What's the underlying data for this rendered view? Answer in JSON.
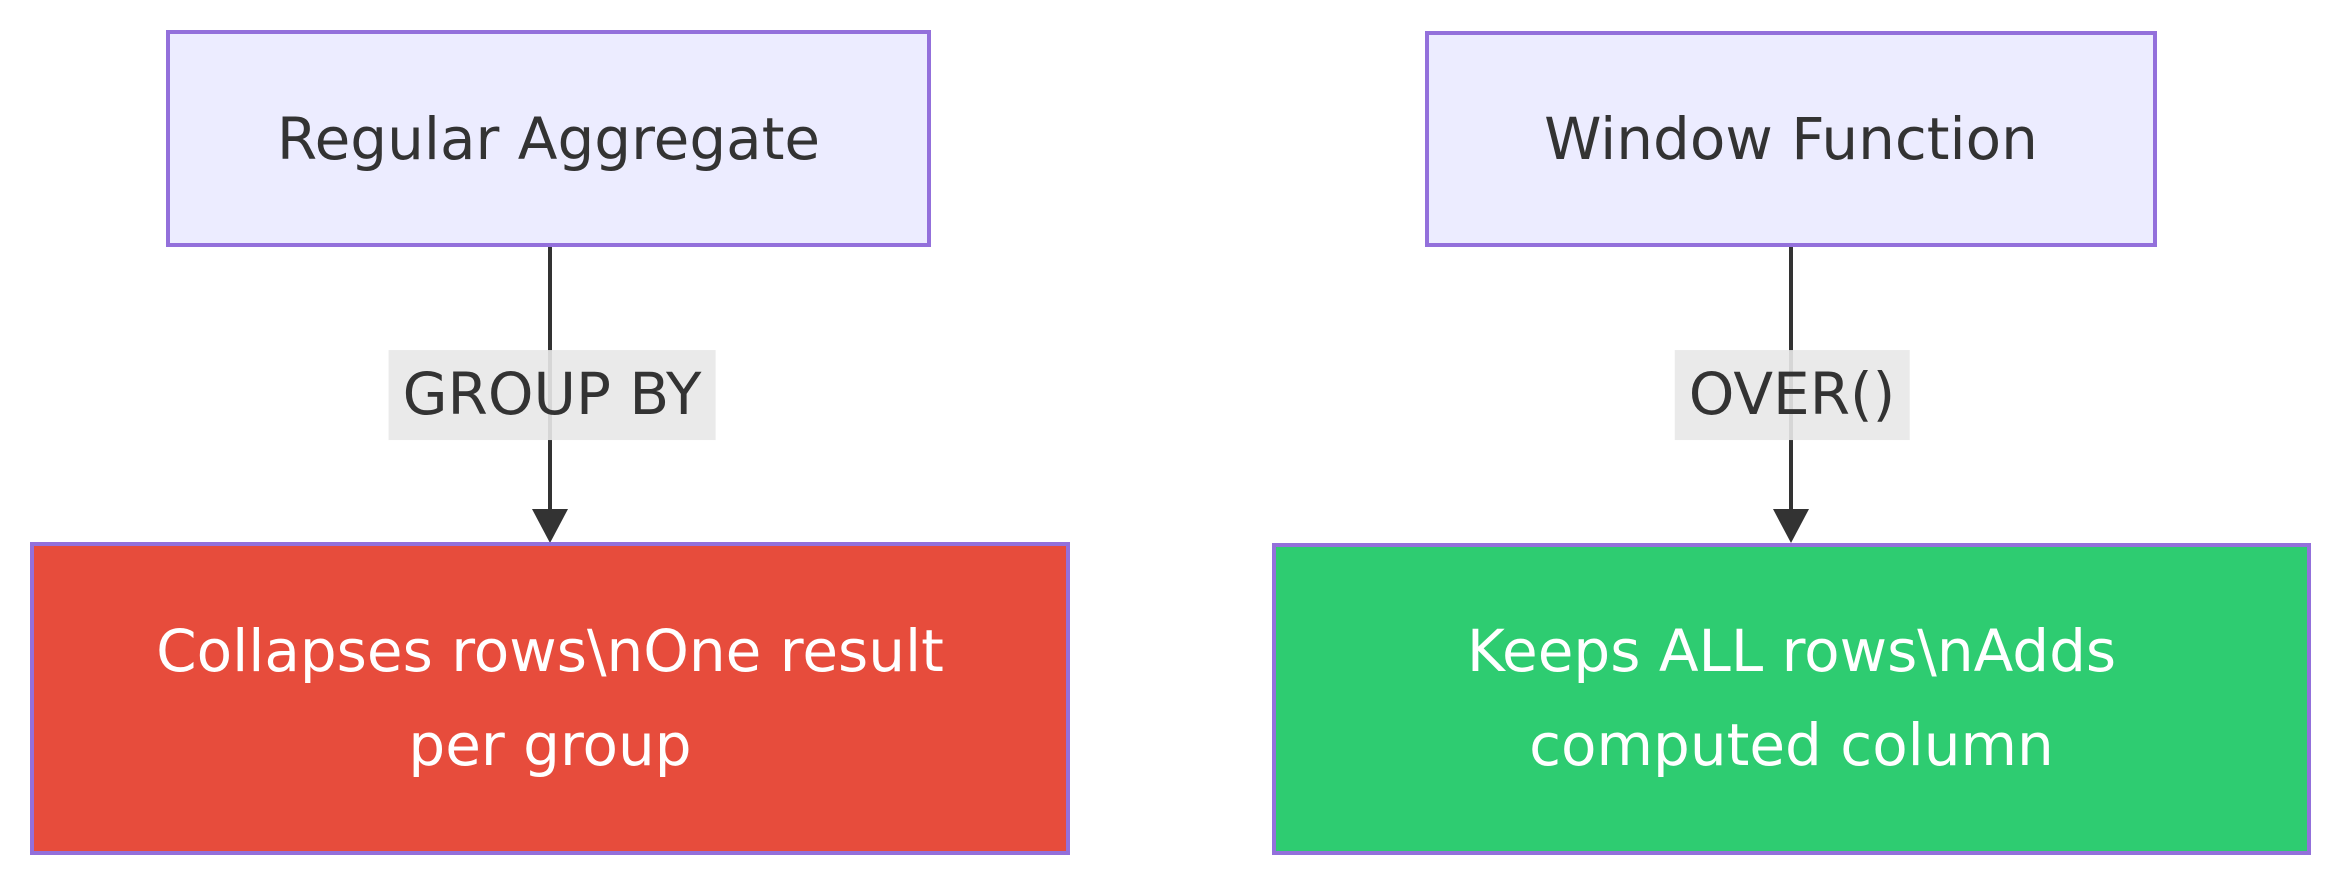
{
  "diagram_type": "flowchart",
  "nodes": {
    "regular_aggregate": {
      "label": "Regular Aggregate"
    },
    "window_function": {
      "label": "Window Function"
    },
    "collapses_rows": {
      "lines": [
        "Collapses rows\\nOne result",
        "per group"
      ],
      "full_text": "Collapses rows\\nOne result per group"
    },
    "keeps_rows": {
      "lines": [
        "Keeps ALL rows\\nAdds",
        "computed column"
      ],
      "full_text": "Keeps ALL rows\\nAdds computed column"
    }
  },
  "edges": {
    "group_by": {
      "label": "GROUP BY"
    },
    "over": {
      "label": "OVER()"
    }
  },
  "colors": {
    "node_fill": "#ECECFF",
    "node_border": "#9370DB",
    "node_text": "#333333",
    "edge_label_bg": "#E8E8E8",
    "edge_line": "#333333",
    "collapse_fill": "#E74C3C",
    "keep_fill": "#2ECC71",
    "result_text": "#FFFFFF",
    "background": "#FFFFFF"
  }
}
